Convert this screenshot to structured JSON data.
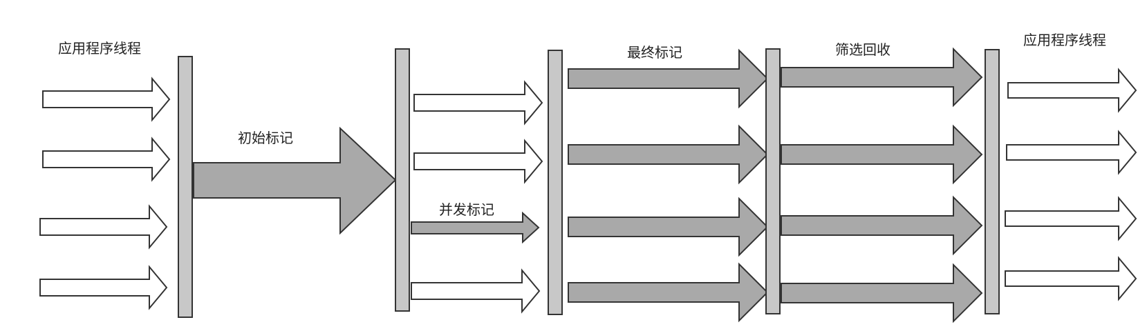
{
  "labels": {
    "app_thread_left": "应用程序线程",
    "initial_mark": "初始标记",
    "concurrent_mark": "并发标记",
    "final_mark": "最终标记",
    "filter_recycle": "筛选回收",
    "app_thread_right": "应用程序线程"
  },
  "colors": {
    "barrier_fill": "#c8c8c8",
    "gc_arrow_fill": "#a9a9a9",
    "app_arrow_fill": "#ffffff",
    "stroke": "#333333"
  }
}
